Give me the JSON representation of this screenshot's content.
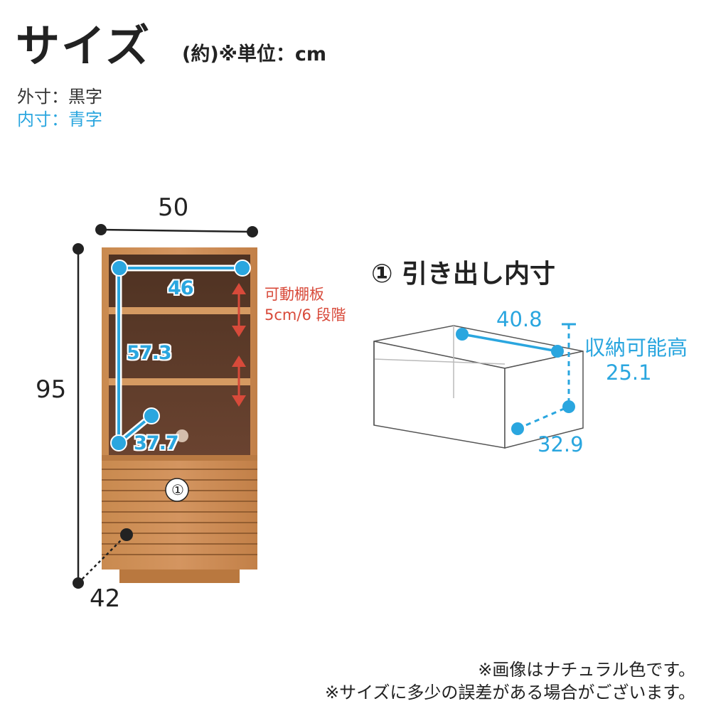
{
  "header": {
    "title": "サイズ",
    "unit_note": "(約)※単位：cm",
    "legend_outer": "外寸：黒字",
    "legend_inner": "内寸：青字"
  },
  "cabinet": {
    "outer_width": "50",
    "outer_height": "95",
    "outer_depth": "42",
    "inner_width": "46",
    "inner_height": "57.3",
    "inner_depth": "37.7",
    "shelf_note_line1": "可動棚板",
    "shelf_note_line2": "5cm/6 段階",
    "drawer_marker": "①"
  },
  "drawer": {
    "title": "① 引き出し内寸",
    "width": "40.8",
    "depth": "32.9",
    "height_label": "収納可能高",
    "height_value": "25.1"
  },
  "footer": {
    "note1": "※画像はナチュラル色です。",
    "note2": "※サイズに多少の誤差がある場合がございます。"
  },
  "colors": {
    "inner_blue": "#2aa6df",
    "outer_black": "#222222",
    "arrow_red": "#d84a3a",
    "wood_light": "#c98a4f",
    "wood_dark": "#5b3a26"
  }
}
